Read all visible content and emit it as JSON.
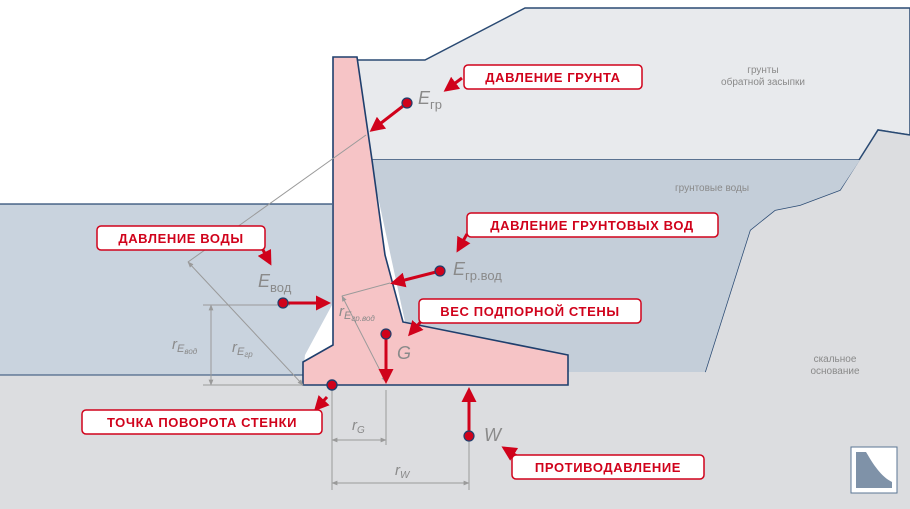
{
  "labels": {
    "soil_pressure": "ДАВЛЕНИЕ ГРУНТА",
    "groundwater_pressure": "ДАВЛЕНИЕ ГРУНТОВЫХ ВОД",
    "water_pressure": "ДАВЛЕНИЕ ВОДЫ",
    "wall_weight": "ВЕС ПОДПОРНОЙ СТЕНЫ",
    "pivot_point": "ТОЧКА ПОВОРОТА СТЕНКИ",
    "uplift": "ПРОТИВОДАВЛЕНИЕ"
  },
  "symbols": {
    "e_soil_main": "E",
    "e_soil_sub": "гр",
    "e_gw_main": "E",
    "e_gw_sub": "гр.вод",
    "e_water_main": "E",
    "e_water_sub": "вод",
    "g": "G",
    "w": "W"
  },
  "dimensions": {
    "r_e_water_main": "r",
    "r_e_water_sub": "E",
    "r_e_water_subsub": "вод",
    "r_e_soil_main": "r",
    "r_e_soil_sub": "E",
    "r_e_soil_subsub": "гр",
    "r_e_gw_main": "r",
    "r_e_gw_sub": "E",
    "r_e_gw_subsub": "гр.вод",
    "r_g_main": "r",
    "r_g_sub": "G",
    "r_w_main": "r",
    "r_w_sub": "W"
  },
  "zones": {
    "backfill_line1": "грунты",
    "backfill_line2": "обратной засыпки",
    "groundwater": "грунтовые воды",
    "bedrock_line1": "скальное",
    "bedrock_line2": "основание"
  },
  "icons": {
    "corner_logo": "retaining-wall-logo-icon"
  },
  "colors": {
    "accent_red": "#d0021b",
    "wall_fill": "#f6c4c6",
    "water_fill": "#c9d3de",
    "groundwater_fill": "#c2ccd8",
    "backfill_fill": "#e8eaed",
    "bedrock_fill": "#dcdde0"
  }
}
